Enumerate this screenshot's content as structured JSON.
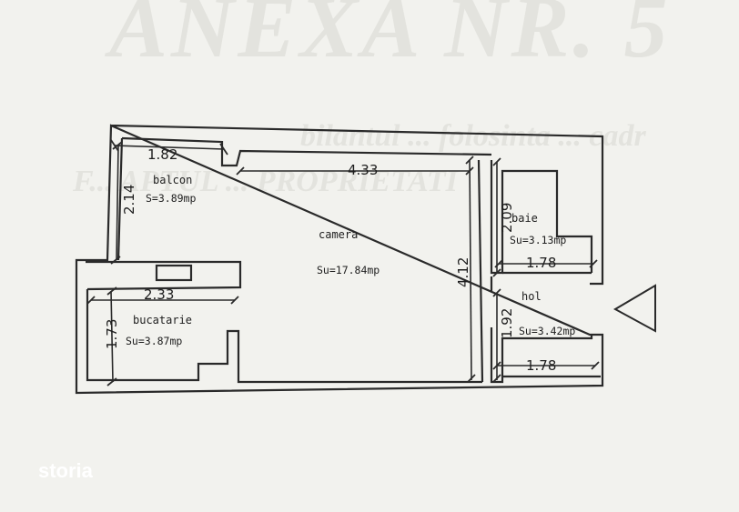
{
  "watermark": {
    "title": "ANEXA NR. 5",
    "line1": "bilantul ... folosinta ... cadr",
    "line2": "F... APTUL ... PROPRIETATI"
  },
  "rooms": [
    {
      "id": "balcon",
      "name": "balcon",
      "area": "S=3.89mp"
    },
    {
      "id": "camera",
      "name": "camera",
      "area": "Su=17.84mp"
    },
    {
      "id": "bucatarie",
      "name": "bucatarie",
      "area": "Su=3.87mp"
    },
    {
      "id": "baie",
      "name": "baie",
      "area": "Su=3.13mp"
    },
    {
      "id": "hol",
      "name": "hol",
      "area": "Su=3.42mp"
    }
  ],
  "dimensions": {
    "balcon_width": "1.82",
    "balcon_height": "2.14",
    "camera_width": "4.33",
    "camera_height": "4.12",
    "bucatarie_width": "2.33",
    "bucatarie_height": "1.73",
    "baie_height": "2.09",
    "baie_width": "1.78",
    "hol_height": "1.92",
    "hol_width": "1.78"
  },
  "logo": {
    "text": "storia"
  }
}
